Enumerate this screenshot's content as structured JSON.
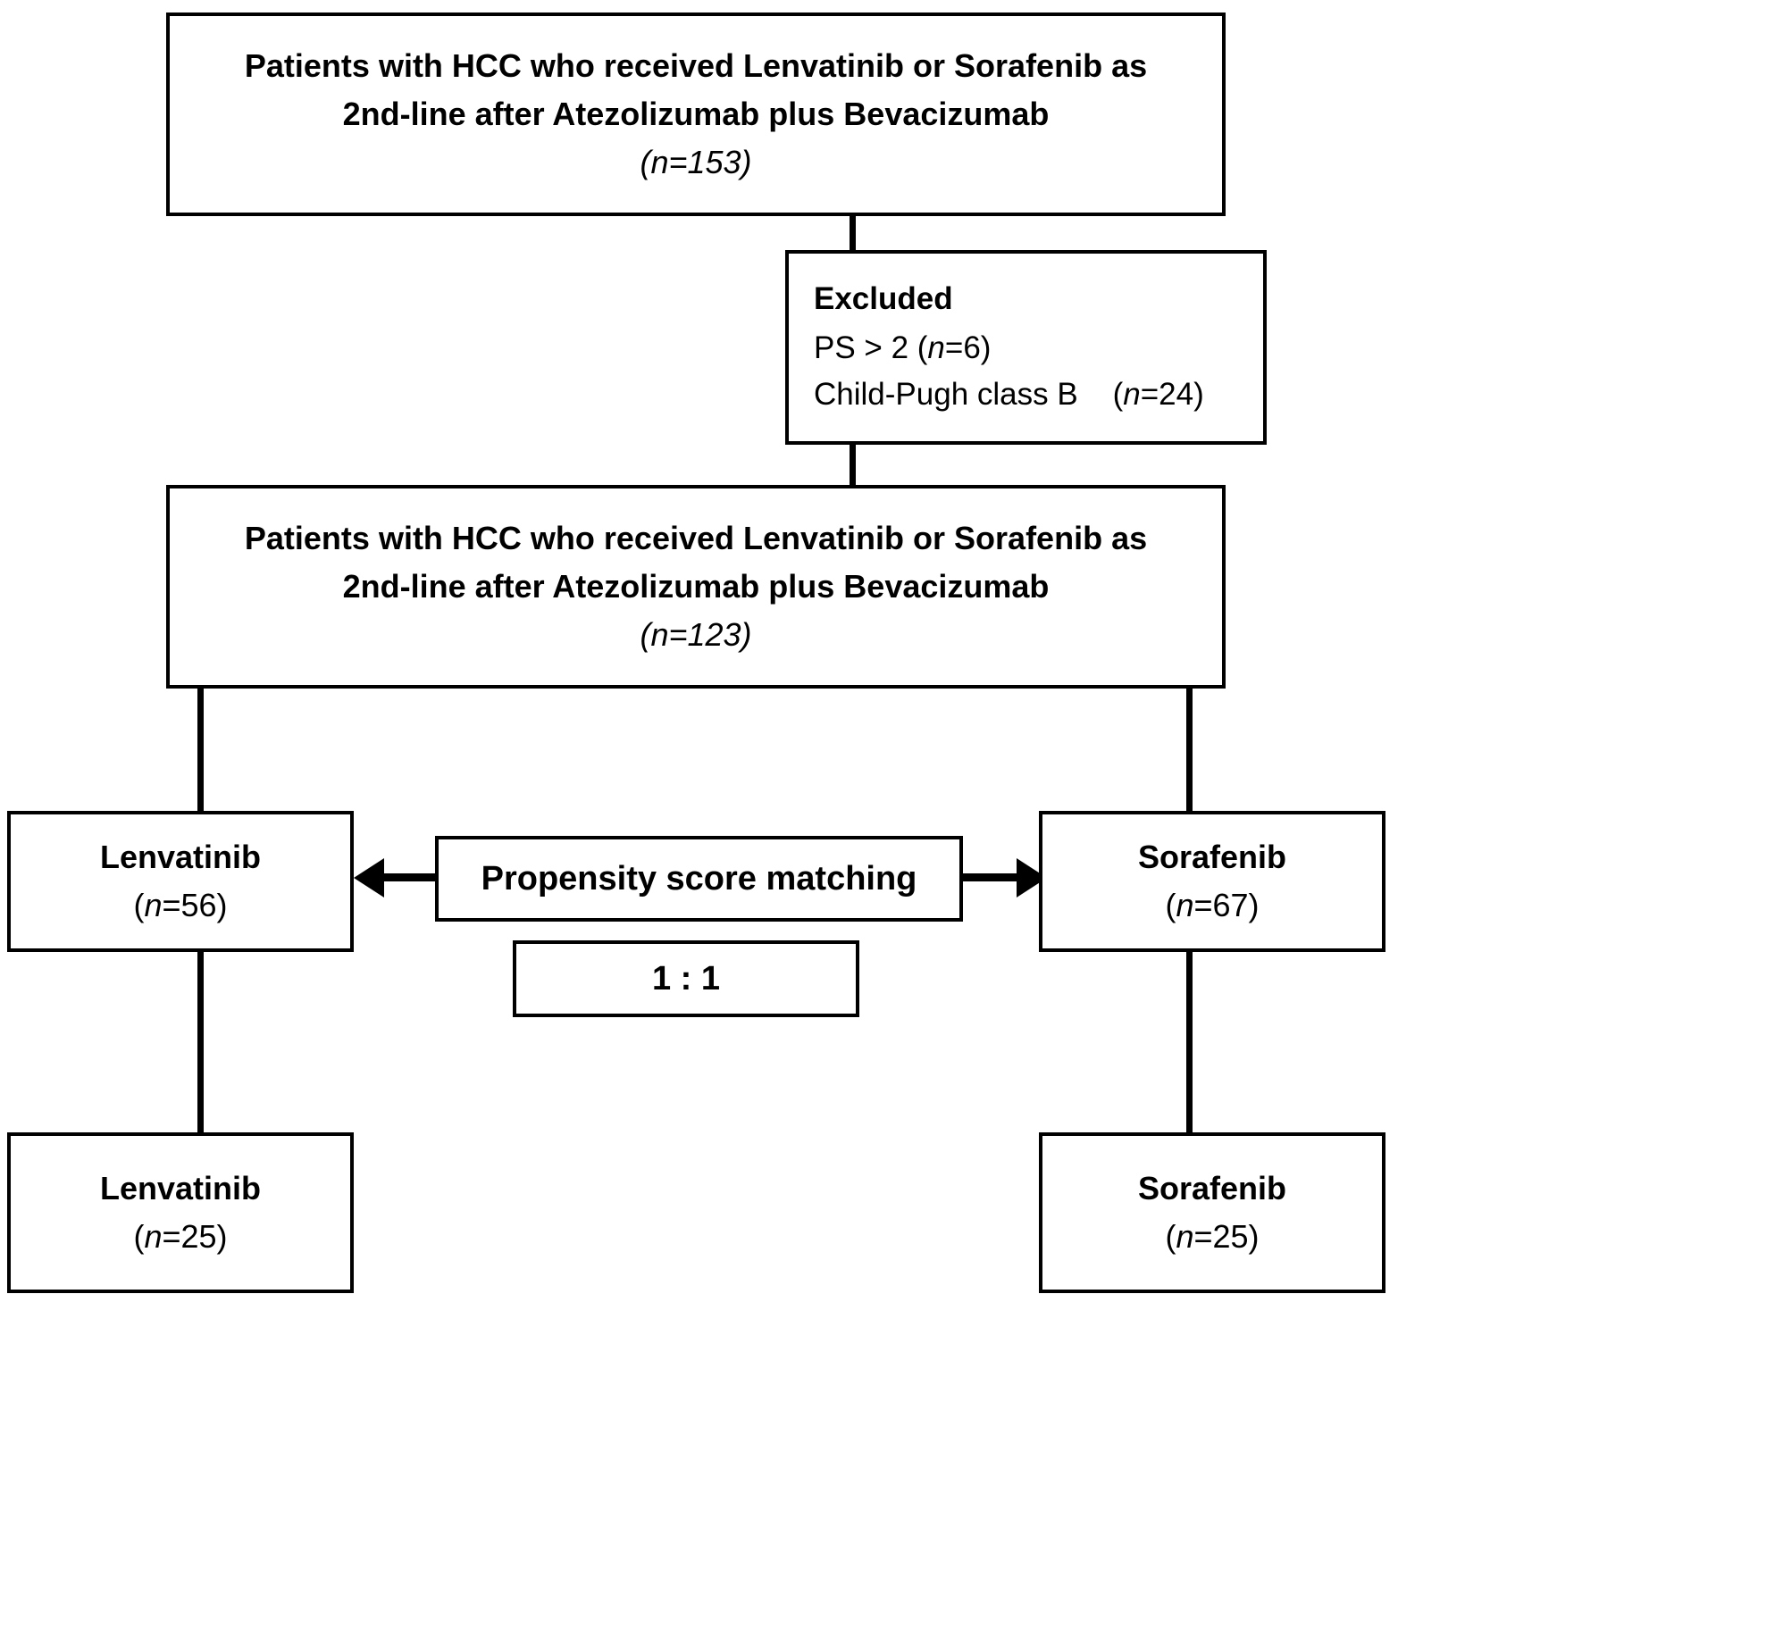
{
  "figure": {
    "type": "flowchart",
    "title": "Patient selection flow diagram",
    "accent_color": "#000000",
    "background_color": "#ffffff"
  },
  "nodes": {
    "enrolled": {
      "line1": "Patients with HCC who received Lenvatinib or Sorafenib as",
      "line2": "2nd-line after Atezolizumab plus Bevacizumab",
      "count_open": "(",
      "count_n": "n",
      "count_val": "=153)"
    },
    "excluded": {
      "heading": "Excluded",
      "item1_text": "PS > 2 (",
      "item1_n": "n",
      "item1_val": "=6)",
      "item2_text": "Child-Pugh class B",
      "item2_paren_open": "(",
      "item2_n": "n",
      "item2_val": "=24)"
    },
    "included": {
      "line1": "Patients with HCC who received Lenvatinib or Sorafenib as",
      "line2": "2nd-line after Atezolizumab plus Bevacizumab",
      "count_open": "(",
      "count_n": "n",
      "count_val": "=123)"
    },
    "lenvatinib_pre": {
      "label": "Lenvatinib",
      "count_open": "(",
      "count_n": "n",
      "count_val": "=56)"
    },
    "sorafenib_pre": {
      "label": "Sorafenib",
      "count_open": "(",
      "count_n": "n",
      "count_val": "=67)"
    },
    "matching": {
      "label": "Propensity score matching"
    },
    "ratio": {
      "label": "1 : 1"
    },
    "lenvatinib_post": {
      "label": "Lenvatinib",
      "count_open": "(",
      "count_n": "n",
      "count_val": "=25)"
    },
    "sorafenib_post": {
      "label": "Sorafenib",
      "count_open": "(",
      "count_n": "n",
      "count_val": "=25)"
    }
  },
  "edges": [
    {
      "from": "enrolled",
      "to": "excluded",
      "style": "arrow"
    },
    {
      "from": "enrolled",
      "to": "included",
      "style": "line"
    },
    {
      "from": "included",
      "to": "lenvatinib_pre",
      "style": "line"
    },
    {
      "from": "included",
      "to": "sorafenib_pre",
      "style": "line"
    },
    {
      "from": "matching",
      "to": "lenvatinib_pre",
      "style": "arrow"
    },
    {
      "from": "matching",
      "to": "sorafenib_pre",
      "style": "arrow"
    },
    {
      "from": "lenvatinib_pre",
      "to": "lenvatinib_post",
      "style": "line"
    },
    {
      "from": "sorafenib_pre",
      "to": "sorafenib_post",
      "style": "line"
    }
  ]
}
